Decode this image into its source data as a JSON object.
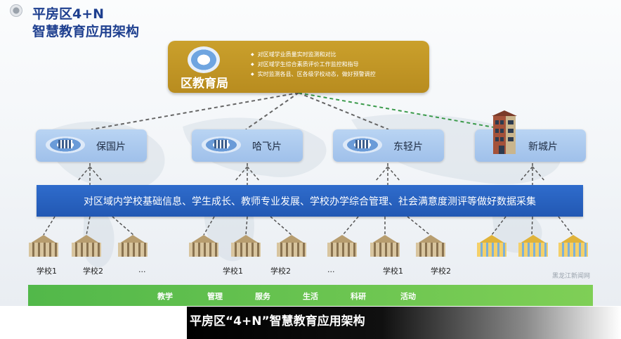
{
  "header": {
    "title_line1": "平房区4+N",
    "title_line2": "智慧教育应用架构"
  },
  "bureau": {
    "name": "区教育局",
    "items": [
      "对区域学业质量实时监测和对比",
      "对区域学生综合素质评价工作监控和指导",
      "实时监测各县、区各级学校动态，做好预警调控"
    ]
  },
  "districts": [
    {
      "name": "保国片"
    },
    {
      "name": "哈飞片"
    },
    {
      "name": "东轻片"
    },
    {
      "name": "新城片"
    }
  ],
  "banner": {
    "text": "对区域内学校基础信息、学生成长、教师专业发展、学校办学综合管理、社会满意度测评等做好数据采集"
  },
  "school_labels": [
    {
      "text": "学校1"
    },
    {
      "text": "学校2"
    },
    {
      "text": "..."
    },
    {
      "text": "学校1"
    },
    {
      "text": "学校2"
    },
    {
      "text": "..."
    },
    {
      "text": "学校1"
    },
    {
      "text": "学校2"
    }
  ],
  "bottom_bar": {
    "items": [
      "教学",
      "管理",
      "服务",
      "生活",
      "科研",
      "活动"
    ]
  },
  "watermark": "黑龙江新闻网",
  "caption": "平房区“4+N”智慧教育应用架构",
  "colors": {
    "title": "#1e3f8f",
    "bureau": "#c39a28",
    "district": "#a9c8ef",
    "banner": "#2a63c2",
    "bottom_bar": "#5dbd4d",
    "dashed_line": "#666666",
    "green_dashed_line": "#3a9a4a"
  },
  "icons": [
    "record-icon",
    "globe-icon",
    "campus-icon",
    "building-icon",
    "school-icon"
  ]
}
